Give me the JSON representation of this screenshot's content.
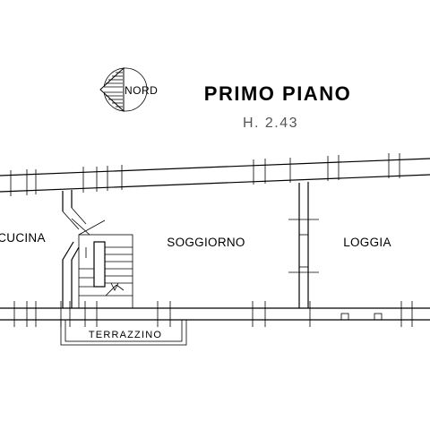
{
  "compass": {
    "label": "NORD"
  },
  "plan": {
    "title": "PRIMO PIANO",
    "height_label": "H. 2.43"
  },
  "rooms": {
    "kitchen": "CUCINA",
    "living": "SOGGIORNO",
    "loggia": "LOGGIA",
    "terrace": "TERRAZZINO"
  }
}
